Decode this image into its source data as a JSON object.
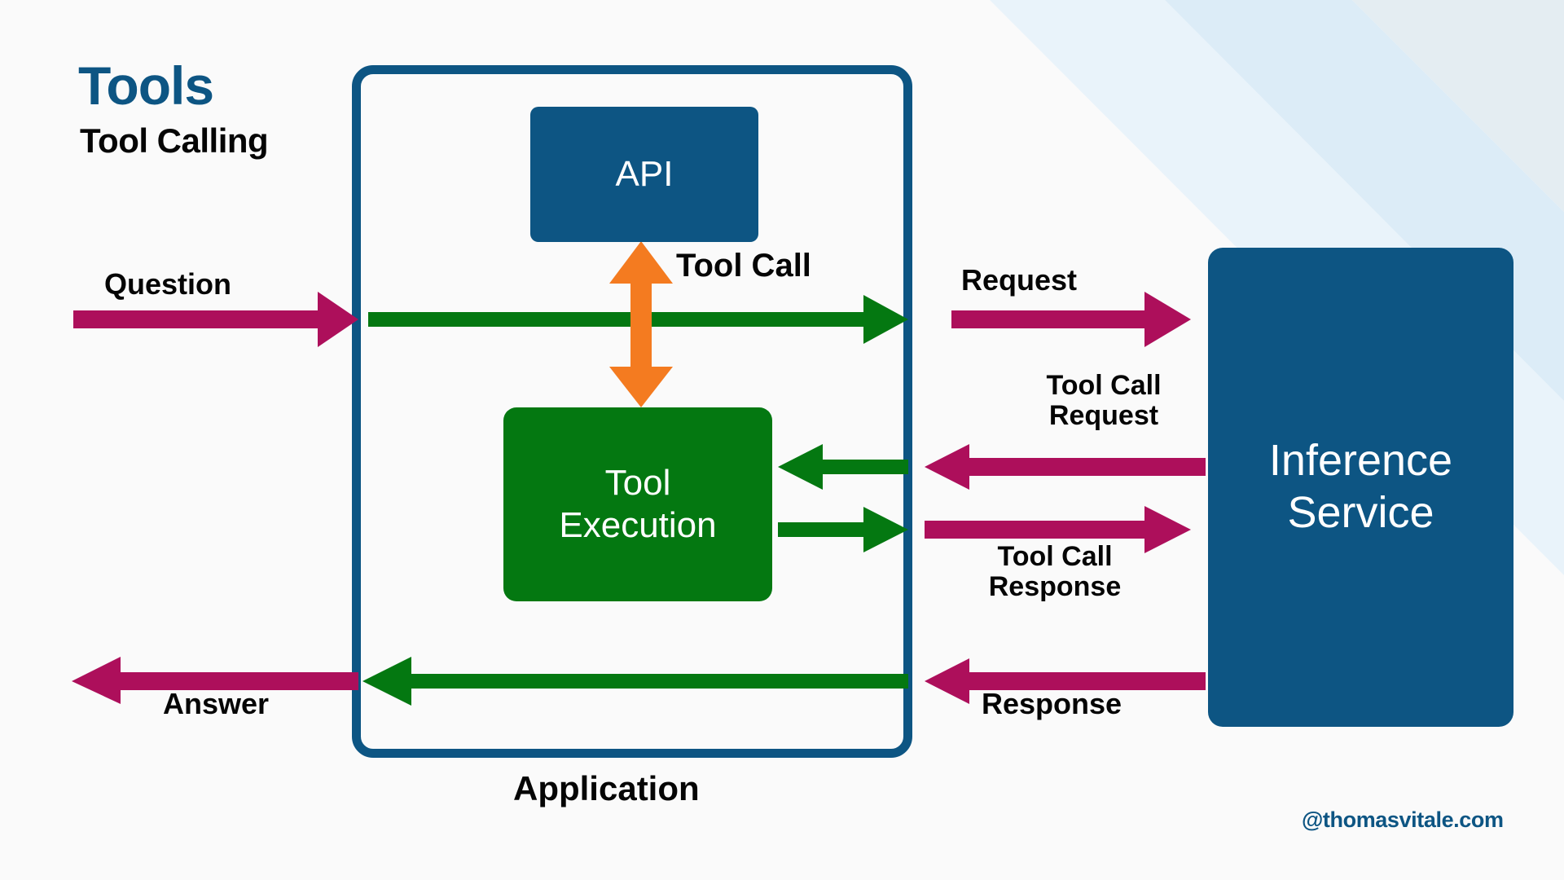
{
  "meta": {
    "title": "Tools",
    "subtitle": "Tool Calling",
    "watermark": "@thomasvitale.com"
  },
  "colors": {
    "brand_blue": "#0d5583",
    "green": "#047811",
    "magenta": "#ad0f5b",
    "orange": "#f47b20",
    "background": "#fafafa",
    "band_blue": "#dcecf7",
    "text_dark": "#050505",
    "text_light": "#ffffff"
  },
  "nodes": [
    {
      "id": "api",
      "label": "API",
      "color": "#0d5583",
      "text_color": "#ffffff"
    },
    {
      "id": "tool-execution",
      "label_line1": "Tool",
      "label_line2": "Execution",
      "color": "#047811",
      "text_color": "#ffffff"
    },
    {
      "id": "inference-service",
      "label_line1": "Inference",
      "label_line2": "Service",
      "color": "#0d5583",
      "text_color": "#ffffff"
    },
    {
      "id": "application",
      "label": "Application",
      "color": "#0d5583",
      "style": "outline"
    }
  ],
  "edge_labels": {
    "question": "Question",
    "answer": "Answer",
    "tool_call": "Tool Call",
    "request": "Request",
    "response": "Response",
    "tool_call_request": "Tool Call Request",
    "tool_call_response": "Tool Call Response"
  },
  "edges": [
    {
      "name": "question-arrow",
      "from": "user",
      "to": "application",
      "color": "#ad0f5b",
      "direction": "right",
      "label": "Question"
    },
    {
      "name": "app-inbound-green",
      "from": "application-edge",
      "to": "application-right-edge",
      "color": "#047811",
      "direction": "right"
    },
    {
      "name": "tool-call-arrow",
      "from": "tool-execution",
      "to": "api",
      "color": "#f47b20",
      "direction": "both",
      "label": "Tool Call"
    },
    {
      "name": "request-arrow",
      "from": "application",
      "to": "inference-service",
      "color": "#ad0f5b",
      "direction": "right",
      "label": "Request"
    },
    {
      "name": "tool-call-request-arrow",
      "from": "inference-service",
      "to": "application",
      "color": "#ad0f5b",
      "direction": "left",
      "label": "Tool Call Request"
    },
    {
      "name": "tool-call-request-green",
      "from": "application-edge",
      "to": "tool-execution",
      "color": "#047811",
      "direction": "left"
    },
    {
      "name": "tool-call-response-green",
      "from": "tool-execution",
      "to": "application-edge",
      "color": "#047811",
      "direction": "right"
    },
    {
      "name": "tool-call-response-arrow",
      "from": "application",
      "to": "inference-service",
      "color": "#ad0f5b",
      "direction": "right",
      "label": "Tool Call Response"
    },
    {
      "name": "response-arrow",
      "from": "inference-service",
      "to": "application",
      "color": "#ad0f5b",
      "direction": "left",
      "label": "Response"
    },
    {
      "name": "answer-green",
      "from": "application-right-edge",
      "to": "application-left-edge",
      "color": "#047811",
      "direction": "left"
    },
    {
      "name": "answer-arrow",
      "from": "application",
      "to": "user",
      "color": "#ad0f5b",
      "direction": "left",
      "label": "Answer"
    }
  ]
}
